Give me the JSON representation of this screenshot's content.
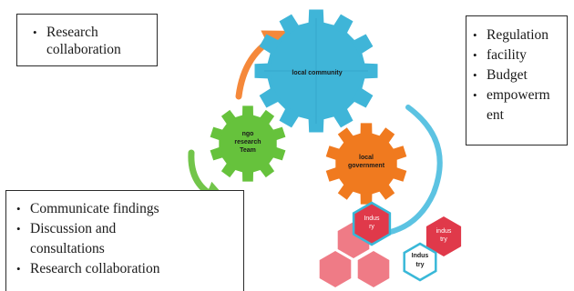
{
  "boxes": {
    "top_left": [
      "Research",
      "collaboration"
    ],
    "right": [
      "Regulation",
      "facility",
      "Budget",
      "empowerm",
      "ent"
    ],
    "bottom_left": [
      "Communicate findings",
      "Discussion and",
      "consultations",
      "Research collaboration"
    ]
  },
  "gears": {
    "local_community": "local community",
    "research_team": [
      "ngo",
      "research",
      "Team"
    ],
    "local_government": [
      "local",
      "government"
    ]
  },
  "hexagons": {
    "industry_1": [
      "Indus",
      "ry"
    ],
    "industry_2": [
      "indus",
      "try"
    ],
    "industry_3": [
      "Indus",
      "try"
    ]
  },
  "colors": {
    "gear_blue": "#3fb5d8",
    "gear_green": "#66c23c",
    "gear_orange": "#f07a1f",
    "arrow_orange": "#f5883a",
    "arrow_blue": "#5cc3e2",
    "arrow_green": "#72c54a",
    "hex_red": "#e0394a",
    "hex_pink": "#ef7b86",
    "hex_border": "#39b8d8"
  }
}
